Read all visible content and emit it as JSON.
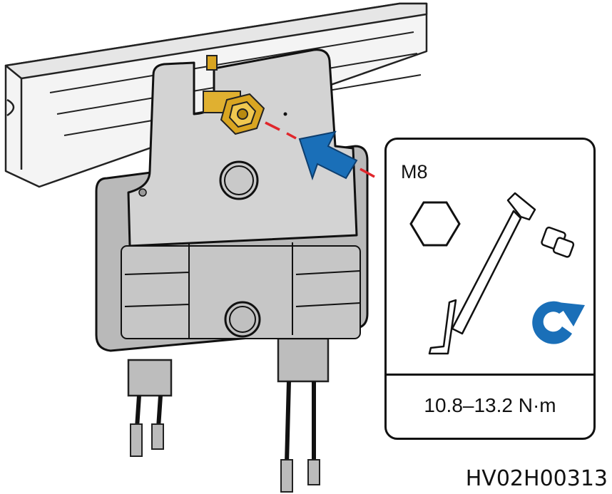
{
  "callout": {
    "socket_size": "M8",
    "torque": "10.8–13.2 N·m"
  },
  "figure_id": "HV02H00313",
  "colors": {
    "arrow": "#1a6fb8",
    "leader_line": "#e0262b",
    "body": "#cfcfcf",
    "rail": "#ececec",
    "terminal": "#d9a521"
  },
  "icons": [
    "hex-socket-icon",
    "torque-wrench-icon",
    "clockwise-rotation-icon",
    "push-arrow-icon"
  ]
}
